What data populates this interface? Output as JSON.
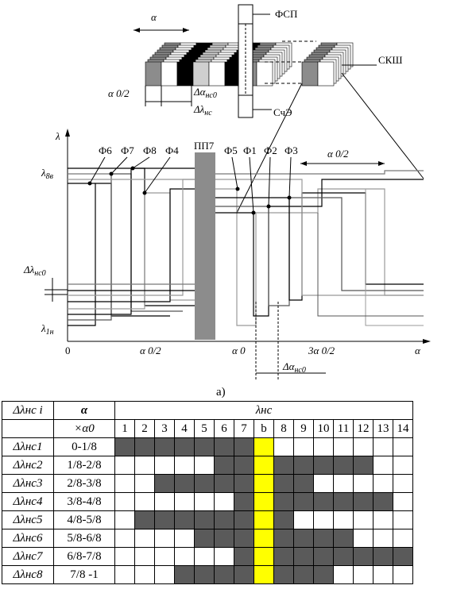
{
  "labels": {
    "alpha": "α",
    "fsp": "ФСП",
    "sksh": "СКШ",
    "alpha0_half": "α 0/2",
    "d_alpha_ns0": "Δα",
    "d_alpha_ns0_sub": "нс0",
    "d_lambda_ns": "Δλ",
    "d_lambda_ns_sub": "нс",
    "schi": "СчЭ",
    "lambda_axis": "λ",
    "phi6": "Ф6",
    "phi7": "Ф7",
    "phi8": "Ф8",
    "phi4": "Ф4",
    "pp7": "ПП7",
    "phi5": "Ф5",
    "phi1": "Ф1",
    "phi2": "Ф2",
    "phi3": "Ф3",
    "alpha0_half_top": "α 0/2",
    "lambda_8v": "λ",
    "lambda_8v_sub": "8в",
    "d_lambda_ns0": "Δλ",
    "d_lambda_ns0_sub": "нс0",
    "lambda_1n": "λ",
    "lambda_1n_sub": "1н",
    "tick_0": "0",
    "tick_a0_half": "α 0/2",
    "tick_a0": "α 0",
    "tick_3a0_half": "3α 0/2",
    "x_axis_alpha": "α",
    "bottom_d_alpha": "Δα",
    "bottom_d_alpha_sub": "нс0",
    "caption": "а)"
  },
  "table": {
    "header_col1": "Δλнс i",
    "header_col2": "α",
    "header_span": "λнс",
    "subheader_col2": "×α0",
    "columns": [
      "1",
      "2",
      "3",
      "4",
      "5",
      "6",
      "7",
      "b",
      "8",
      "9",
      "10",
      "11",
      "12",
      "13",
      "14"
    ],
    "rows": [
      {
        "label": "Δλнс1",
        "range": "0-1/8",
        "cells": [
          1,
          1,
          1,
          1,
          1,
          1,
          1,
          2,
          0,
          0,
          0,
          0,
          0,
          0,
          0
        ]
      },
      {
        "label": "Δλнс2",
        "range": "1/8-2/8",
        "cells": [
          0,
          0,
          0,
          0,
          0,
          1,
          1,
          2,
          1,
          1,
          1,
          1,
          1,
          0,
          0
        ]
      },
      {
        "label": "Δλнс3",
        "range": "2/8-3/8",
        "cells": [
          0,
          0,
          1,
          1,
          1,
          1,
          1,
          2,
          1,
          1,
          0,
          0,
          0,
          0,
          0
        ]
      },
      {
        "label": "Δλнс4",
        "range": "3/8-4/8",
        "cells": [
          0,
          0,
          0,
          0,
          0,
          0,
          1,
          2,
          1,
          1,
          1,
          1,
          1,
          1,
          0
        ]
      },
      {
        "label": "Δλнс5",
        "range": "4/8-5/8",
        "cells": [
          0,
          1,
          1,
          1,
          1,
          1,
          1,
          2,
          1,
          0,
          0,
          0,
          0,
          0,
          0
        ]
      },
      {
        "label": "Δλнс6",
        "range": "5/8-6/8",
        "cells": [
          0,
          0,
          0,
          0,
          1,
          1,
          1,
          2,
          1,
          1,
          1,
          1,
          0,
          0,
          0
        ]
      },
      {
        "label": "Δλнс7",
        "range": "6/8-7/8",
        "cells": [
          0,
          0,
          0,
          0,
          0,
          0,
          1,
          2,
          1,
          1,
          1,
          1,
          1,
          1,
          1
        ]
      },
      {
        "label": "Δλнс8",
        "range": "7/8 -1",
        "cells": [
          0,
          0,
          0,
          1,
          1,
          1,
          1,
          2,
          1,
          1,
          1,
          0,
          0,
          0,
          0
        ]
      }
    ]
  }
}
